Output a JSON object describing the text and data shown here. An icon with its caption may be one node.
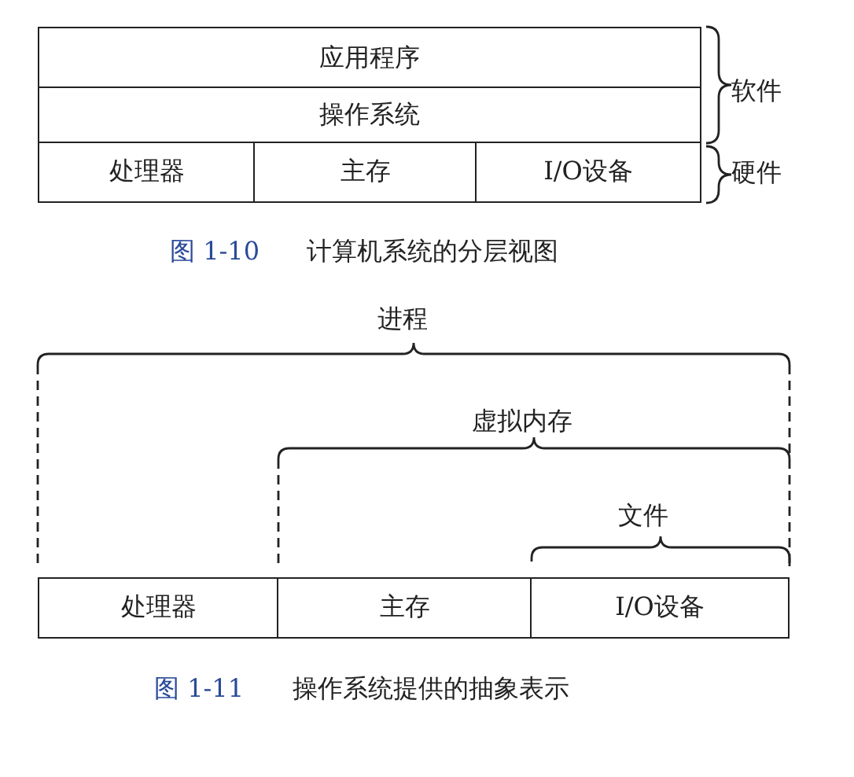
{
  "diagram": {
    "nodes": [
      {
        "text": [
          "应用程序"
        ]
      },
      {
        "text": [
          "操作系统"
        ]
      },
      {
        "text": [
          "处理器"
        ]
      },
      {
        "text": [
          "主存"
        ]
      },
      {
        "text": [
          "I/O设备"
        ]
      },
      {
        "text": [
          "处理器"
        ]
      },
      {
        "text": [
          "主存"
        ]
      },
      {
        "text": [
          "I/O设备"
        ]
      }
    ],
    "labels": [
      "软件",
      "硬件",
      "图 1-10",
      "计算机系统的分层视图",
      "进程",
      "虚拟内存",
      "文件",
      "图 1-11",
      "操作系统提供的抽象表示"
    ]
  }
}
